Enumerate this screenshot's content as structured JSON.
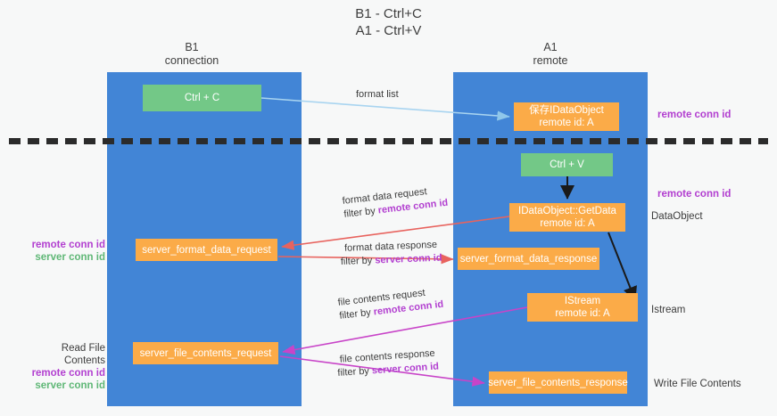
{
  "title": {
    "line1": "B1 - Ctrl+C",
    "line2": "A1 - Ctrl+V"
  },
  "columns": [
    {
      "id": "b1",
      "name": "B1",
      "role": "connection"
    },
    {
      "id": "a1",
      "name": "A1",
      "role": "remote"
    }
  ],
  "nodes": {
    "ctrl_c": {
      "label": "Ctrl + C",
      "color": "#73c887"
    },
    "save_dataobject": {
      "line1": "保存IDataObject",
      "line2": "remote id: A",
      "color": "#fbab48"
    },
    "ctrl_v": {
      "label": "Ctrl + V",
      "color": "#73c887"
    },
    "getdata": {
      "line1": "IDataObject::GetData",
      "line2": "remote id: A",
      "color": "#fbab48"
    },
    "server_format_data_request": {
      "label": "server_format_data_request",
      "color": "#fbab48"
    },
    "server_format_data_response": {
      "label": "server_format_data_response",
      "color": "#fbab48"
    },
    "istream": {
      "line1": "IStream",
      "line2": "remote id: A",
      "color": "#fbab48"
    },
    "server_file_contents_request": {
      "label": "server_file_contents_request",
      "color": "#fbab48"
    },
    "server_file_contents_response": {
      "label": "server_file_contents_response",
      "color": "#fbab48"
    }
  },
  "edges": {
    "format_list": {
      "label": "format list",
      "color": "#a8d4f0"
    },
    "format_data_request": {
      "line1": "format data request",
      "prefix": "filter by ",
      "key": "remote conn id",
      "color": "#e8635e"
    },
    "format_data_response": {
      "line1": "format data response",
      "prefix": "filter by ",
      "key": "server conn id",
      "color": "#e8635e"
    },
    "file_contents_request": {
      "line1": "file contents request",
      "prefix": "filter by ",
      "key": "remote conn id",
      "color": "#c844c8"
    },
    "file_contents_response": {
      "line1": "file contents response",
      "prefix": "filter by ",
      "key": "server conn id",
      "color": "#c844c8"
    }
  },
  "annotations": {
    "right": {
      "remote_conn_id_top": "remote conn id",
      "remote_conn_id_mid": "remote conn id",
      "dataobject": "DataObject",
      "istream": "Istream",
      "write_file_contents": "Write File Contents"
    },
    "left": {
      "remote_conn_id_1": "remote conn id",
      "server_conn_id_1": "server conn id",
      "read_file_contents": "Read File Contents",
      "remote_conn_id_2": "remote conn id",
      "server_conn_id_2": "server conn id"
    }
  },
  "colors": {
    "lane": "#4285d6",
    "green_node": "#73c887",
    "orange_node": "#fbab48",
    "purple_text": "#b23fd0",
    "green_text": "#5fb776",
    "red_arrow": "#e8635e",
    "magenta_arrow": "#c844c8",
    "lightblue_arrow": "#a8d4f0",
    "background": "#f7f8f8"
  }
}
